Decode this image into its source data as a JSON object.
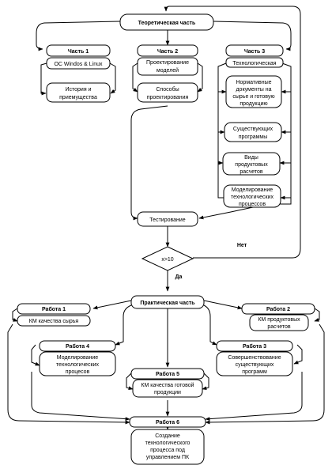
{
  "diagram": {
    "top": "Теоретическая часть",
    "part1": "Часть 1",
    "os": "ОС Windos & Linux",
    "history": [
      "История и",
      "приемущества"
    ],
    "part2": "Часть 2",
    "design": [
      "Проектирование",
      "моделей"
    ],
    "methods": [
      "Способы",
      "проектирования"
    ],
    "part3": "Часть 3",
    "tech": "Технологическая",
    "norm": [
      "Нормативные",
      "документы на",
      "сырье и готовую",
      "продукцию"
    ],
    "existing": [
      "Существующих",
      "программы"
    ],
    "kinds": [
      "Виды",
      "продуктовых",
      "расчетов"
    ],
    "modeling": [
      "Моделирование",
      "технологических",
      "процессов"
    ],
    "testing": "Тестирование",
    "decision": "x>10",
    "no": "Нет",
    "yes": "Да",
    "practical": "Практическая часть",
    "work1": "Работа 1",
    "work1_desc": "КМ качества сырья",
    "work2": "Работа 2",
    "work2_desc": [
      "КМ продуктовых",
      "расчетов"
    ],
    "work4": "Работа 4",
    "work4_desc": [
      "Моделирование",
      "технологических",
      "процесов"
    ],
    "work3": "Работа 3",
    "work3_desc": [
      "Совершенствование",
      "существующих",
      "программ"
    ],
    "work5": "Работа 5",
    "work5_desc": [
      "КМ качества готовой",
      "продукции"
    ],
    "work6": "Работа 6",
    "work6_desc": [
      "Создание",
      "технологического",
      "процесса под",
      "управлением ПК"
    ]
  }
}
